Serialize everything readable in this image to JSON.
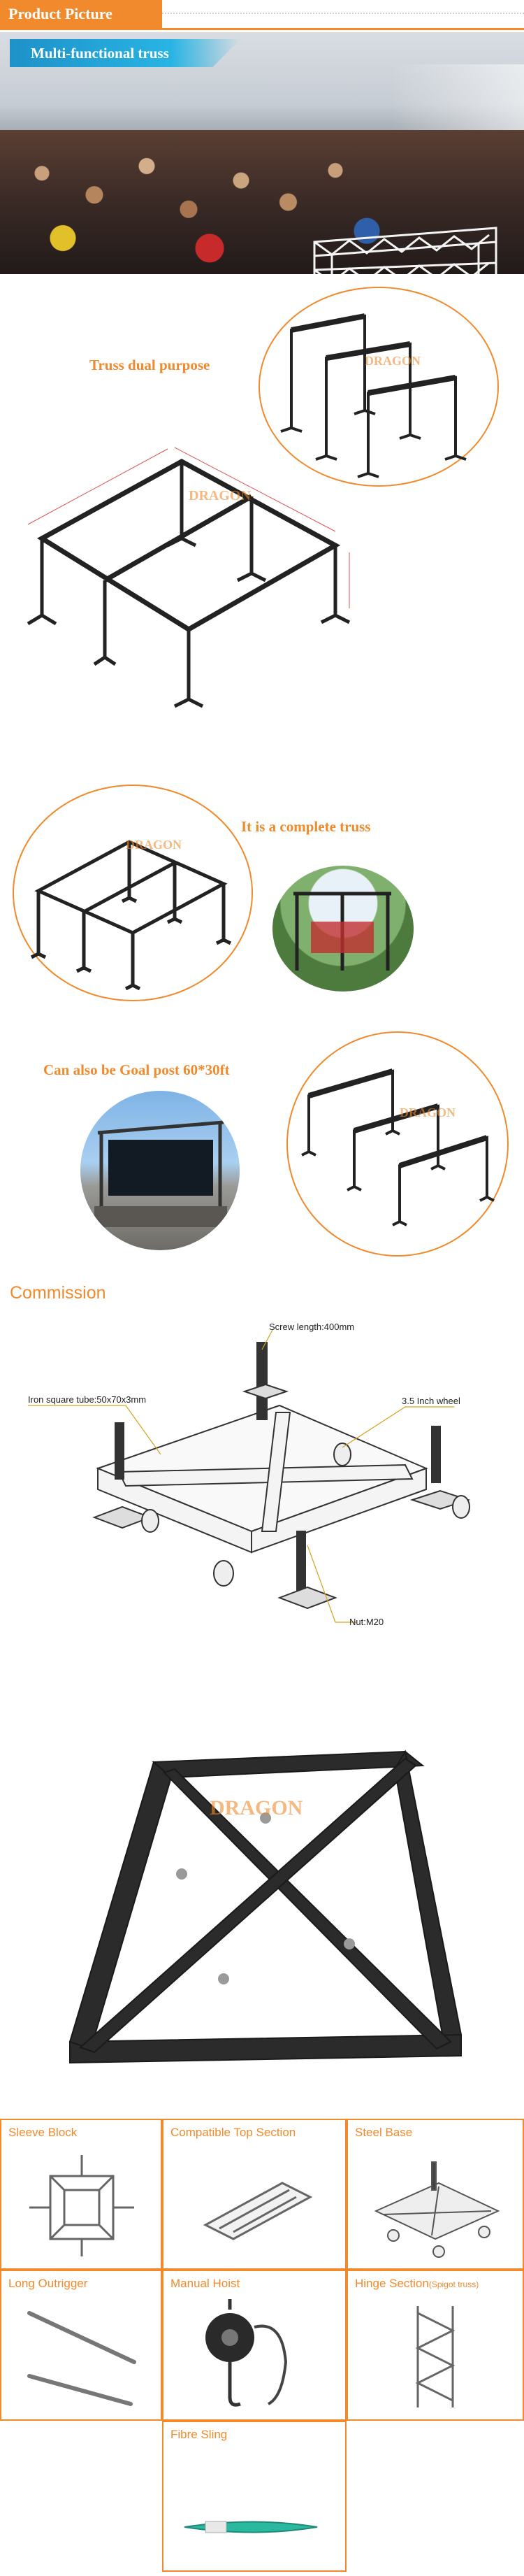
{
  "header": {
    "title": "Product Picture"
  },
  "banner": {
    "ribbon_text": "Multi-functional truss"
  },
  "sections": {
    "dual_purpose_caption": "Truss dual purpose",
    "complete_truss_caption": "It is a complete truss",
    "goal_post_caption": "Can also be Goal post 60*30ft",
    "commission_heading": "Commission",
    "watermark": "DRAGON"
  },
  "commission_callouts": {
    "screw": "Screw length:400mm",
    "tube": "Iron square tube:50x70x3mm",
    "wheel": "3.5 Inch wheel",
    "nut": "Nut:M20"
  },
  "accessories": [
    {
      "label": "Sleeve Block",
      "note": ""
    },
    {
      "label": "Compatible Top Section",
      "note": ""
    },
    {
      "label": "Steel Base",
      "note": ""
    },
    {
      "label": "Long Outrigger",
      "note": ""
    },
    {
      "label": "Manual Hoist",
      "note": ""
    },
    {
      "label": "Hinge Section",
      "note": "(Spigot truss)"
    },
    {
      "label": "Fibre Sling",
      "note": ""
    }
  ],
  "colors": {
    "accent": "#f08a2c",
    "banner_ribbon": "#28b4e3",
    "steel": "#2a2a2a"
  }
}
